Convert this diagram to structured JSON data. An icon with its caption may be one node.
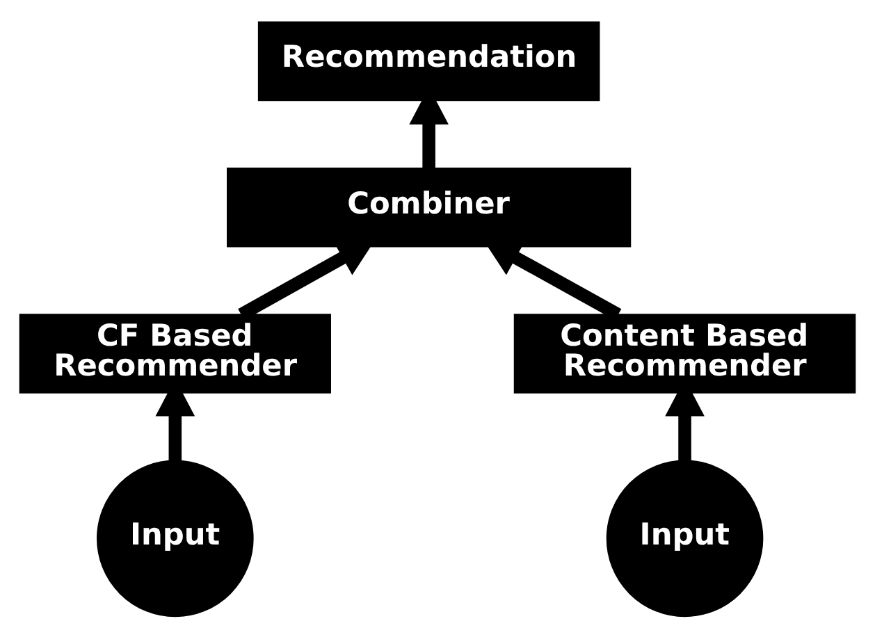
{
  "diagram": {
    "nodes": [
      {
        "text": [
          "Recommendation"
        ]
      },
      {
        "text": [
          "Combiner"
        ]
      },
      {
        "text": [
          "CF Based Recommender"
        ]
      },
      {
        "text": [
          "Content Based Recommender"
        ]
      },
      {
        "text": [
          "Input"
        ]
      },
      {
        "text": [
          "Input"
        ]
      }
    ],
    "edges": [
      {
        "from": 1,
        "to": 0,
        "arrow": "to"
      },
      {
        "from": 2,
        "to": 1,
        "arrow": "to"
      },
      {
        "from": 3,
        "to": 1,
        "arrow": "to"
      },
      {
        "from": 4,
        "to": 2,
        "arrow": "to"
      },
      {
        "from": 5,
        "to": 3,
        "arrow": "to"
      }
    ]
  }
}
